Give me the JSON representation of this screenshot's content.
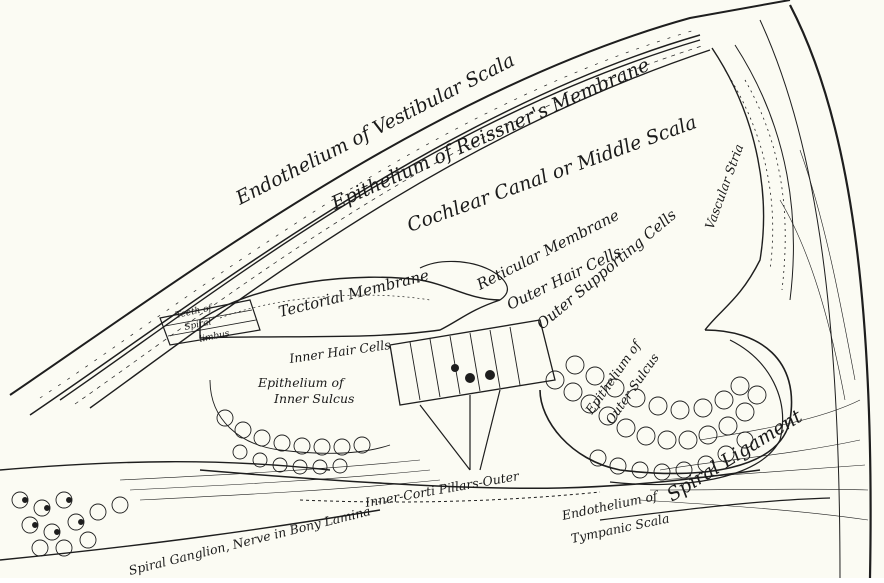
{
  "labels": {
    "vestibular": "Endothelium of Vestibular Scala",
    "reissner": "Epithelium of Reissner's Membrane",
    "cochlear_canal": "Cochlear Canal or Middle Scala",
    "vascular_stria": "Vascular Stria",
    "reticular": "Reticular Membrane",
    "outer_hair": "Outer Hair Cells",
    "outer_supporting": "Outer Supporting Cells",
    "tectorial": "Tectorial Membrane",
    "teeth_of": "Teeth of",
    "spiral": "Spiral",
    "limbus": "limbus",
    "inner_hair": "Inner Hair Cells",
    "epi_inner_1": "Epithelium of",
    "epi_inner_2": "Inner Sulcus",
    "epi_outer_1": "Epithelium of",
    "epi_outer_2": "Outer Sulcus",
    "spiral_ligament": "Spiral Ligament",
    "corti_pillars": "Inner-Corti Pillars-Outer",
    "tympanic_1": "Endothelium of",
    "tympanic_2": "Tympanic Scala",
    "ganglion": "Spiral Ganglion, Nerve in Bony Lamina"
  },
  "colors": {
    "paper": "#fbfbf3",
    "ink": "#1e1e1e"
  }
}
